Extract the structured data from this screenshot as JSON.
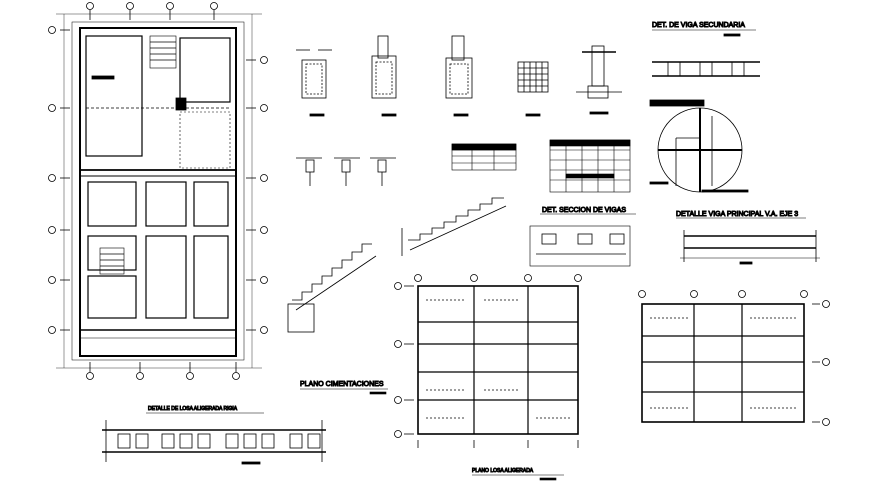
{
  "labels": {
    "det_viga_secundaria": "DET. DE VIGA SECUNDARIA",
    "det_seccion_vigas": "DET. SECCION DE VIGAS",
    "detalle_viga_principal": "DETALLE VIGA PRINCIPAL V.A. EJE 3",
    "plano_cimentaciones": "PLANO CIMENTACIONES",
    "detalle_losa": "DETALLE DE LOSA ALIGERADA RIGIA",
    "plano_losa": "PLANO LOSA ALIGERADA"
  },
  "colors": {
    "line": "#000000",
    "background": "#ffffff"
  }
}
